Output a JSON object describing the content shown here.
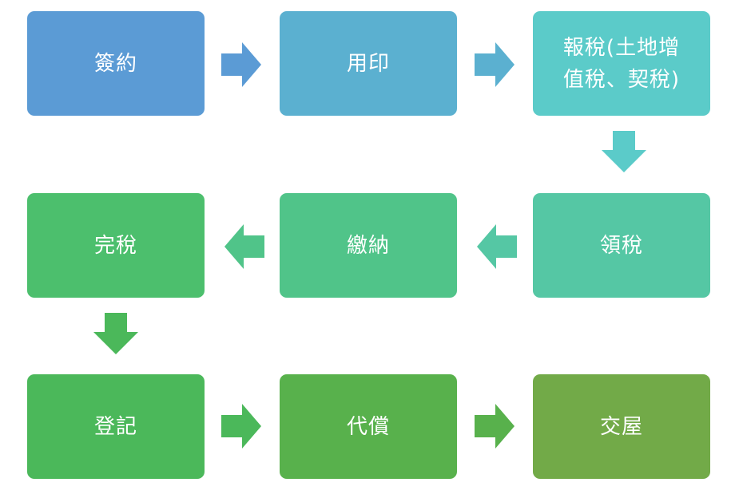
{
  "steps": [
    {
      "id": "step1",
      "label": "簽約",
      "color": "#5b9bd5"
    },
    {
      "id": "step2",
      "label": "用印",
      "color": "#5bb0d0"
    },
    {
      "id": "step3",
      "label": "報稅(土地增值稅、契稅)",
      "color": "#5bcbc9"
    },
    {
      "id": "step4",
      "label": "領稅",
      "color": "#55c7a4"
    },
    {
      "id": "step5",
      "label": "繳納",
      "color": "#50c489"
    },
    {
      "id": "step6",
      "label": "完稅",
      "color": "#4cbf6d"
    },
    {
      "id": "step7",
      "label": "登記",
      "color": "#4bb85a"
    },
    {
      "id": "step8",
      "label": "代償",
      "color": "#58b14c"
    },
    {
      "id": "step9",
      "label": "交屋",
      "color": "#72aa48"
    }
  ],
  "arrows": [
    {
      "from": "step1",
      "to": "step2",
      "direction": "right",
      "color": "#5b9bd5"
    },
    {
      "from": "step2",
      "to": "step3",
      "direction": "right",
      "color": "#5bb0d0"
    },
    {
      "from": "step3",
      "to": "step4",
      "direction": "down",
      "color": "#5bcbc9"
    },
    {
      "from": "step4",
      "to": "step5",
      "direction": "left",
      "color": "#55c7a4"
    },
    {
      "from": "step5",
      "to": "step6",
      "direction": "left",
      "color": "#50c489"
    },
    {
      "from": "step6",
      "to": "step7",
      "direction": "down",
      "color": "#4bb85a"
    },
    {
      "from": "step7",
      "to": "step8",
      "direction": "right",
      "color": "#4bb85a"
    },
    {
      "from": "step8",
      "to": "step9",
      "direction": "right",
      "color": "#58b14c"
    }
  ]
}
